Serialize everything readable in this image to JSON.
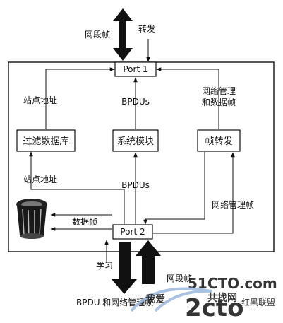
{
  "labels": {
    "segment_frame_top": "网段帧",
    "forward_top": "转发",
    "port1": "Port 1",
    "port2": "Port 2",
    "station_addr_upper": "站点地址",
    "bpdus_upper": "BPDUs",
    "net_mgmt_data_1": "网络管理",
    "net_mgmt_data_2": "和数据帧",
    "filter_db": "过滤数据库",
    "system_module": "系统模块",
    "frame_forward": "帧转发",
    "station_addr_lower": "站点地址",
    "bpdus_lower": "BPDUs",
    "net_mgmt_frame": "网络管理帧",
    "data_frame": "数据帧",
    "learn": "学习",
    "segment_frame_bottom": "网段帧",
    "bpdu_and_mgmt": "BPDU 和网络管理帧"
  },
  "watermark": {
    "site": "51CTO.com",
    "logo_text": "2cto",
    "cn_text": "我爱",
    "cn_text2": "共找网",
    "league": "红黑联盟"
  },
  "colors": {
    "line": "#111111",
    "watermark_blue": "#1f5fb8",
    "watermark_red": "#d8342a",
    "watermark_light": "#9bb8de"
  }
}
